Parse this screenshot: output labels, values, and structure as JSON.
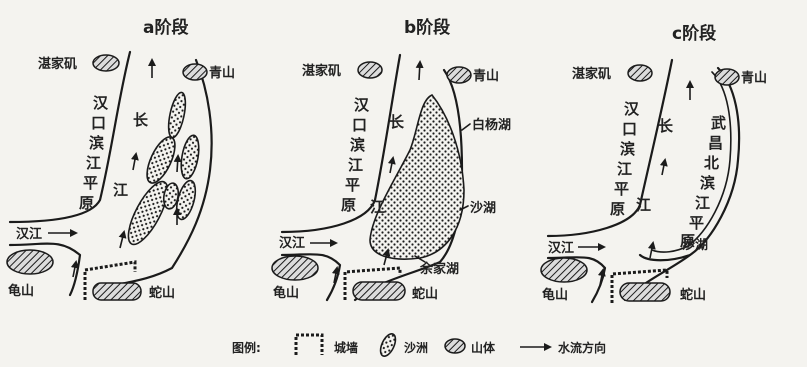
{
  "panels": [
    {
      "title": "a阶段",
      "labels": {
        "zhanjiaji": "湛家矶",
        "qingshan": "青山",
        "hankou_bank": [
          "汉",
          "口",
          "滨",
          "江",
          "平",
          "原"
        ],
        "changjiang": [
          "长",
          "江"
        ],
        "hanjiang": "汉江",
        "guishan": "龟山",
        "sheshan": "蛇山"
      }
    },
    {
      "title": "b阶段",
      "labels": {
        "zhanjiaji": "湛家矶",
        "qingshan": "青山",
        "hankou_bank": [
          "汉",
          "口",
          "滨",
          "江",
          "平",
          "原"
        ],
        "changjiang": [
          "长",
          "江"
        ],
        "baiyanghu": "白杨湖",
        "shahu": "沙湖",
        "yujiahu": "余家湖",
        "hanjiang": "汉江",
        "guishan": "龟山",
        "sheshan": "蛇山"
      }
    },
    {
      "title": "c阶段",
      "labels": {
        "zhanjiaji": "湛家矶",
        "qingshan": "青山",
        "hankou_bank": [
          "汉",
          "口",
          "滨",
          "江",
          "平",
          "原"
        ],
        "changjiang": [
          "长",
          "江"
        ],
        "wuchang_bank": [
          "武",
          "昌",
          "北",
          "滨",
          "江",
          "平",
          "原"
        ],
        "shahu": "沙湖",
        "hanjiang": "汉江",
        "guishan": "龟山",
        "sheshan": "蛇山"
      }
    }
  ],
  "legend": {
    "title": "图例:",
    "wall": "城墙",
    "sandbar": "沙洲",
    "mountain": "山体",
    "flow": "水流方向"
  }
}
